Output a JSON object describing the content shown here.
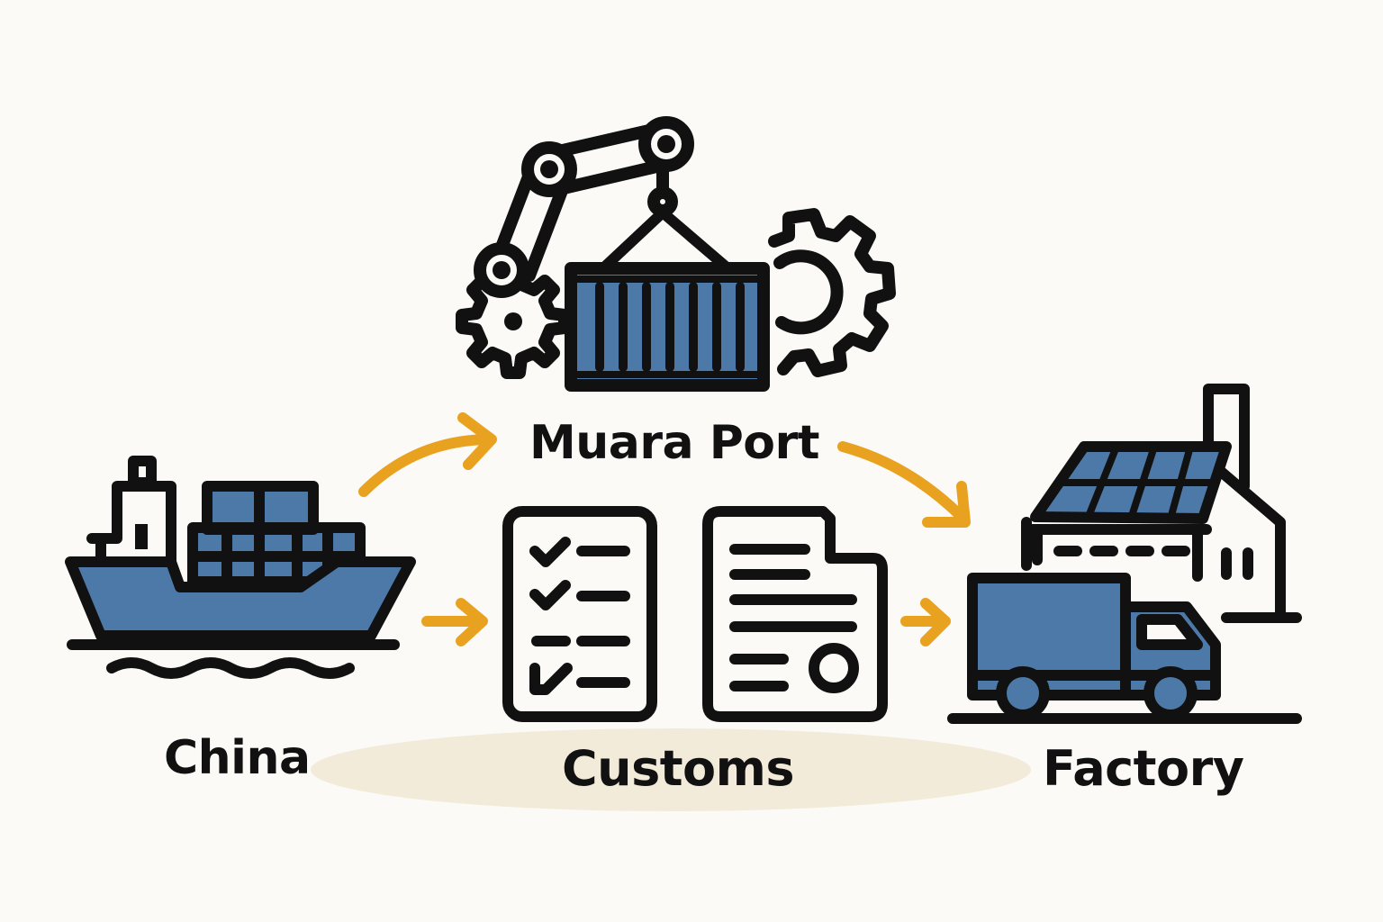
{
  "colors": {
    "background": "#fbfaf6",
    "outline": "#111111",
    "fill_blue": "#4d79a8",
    "arrow_orange": "#e8a21f",
    "highlight_band": "#f3ebd9"
  },
  "nodes": {
    "port": {
      "label": "Muara Port",
      "icons": [
        "robotic-arm-icon",
        "shipping-container-icon",
        "gear-icon"
      ]
    },
    "china": {
      "label": "China",
      "icons": [
        "cargo-ship-icon"
      ]
    },
    "customs": {
      "label": "Customs",
      "icons": [
        "checklist-icon",
        "document-icon"
      ]
    },
    "factory": {
      "label": "Factory",
      "icons": [
        "factory-building-icon",
        "delivery-truck-icon"
      ]
    }
  },
  "arrows": [
    {
      "from": "china",
      "to": "port"
    },
    {
      "from": "port",
      "to": "factory"
    },
    {
      "from": "china",
      "to": "customs"
    },
    {
      "from": "customs",
      "to": "factory"
    }
  ]
}
